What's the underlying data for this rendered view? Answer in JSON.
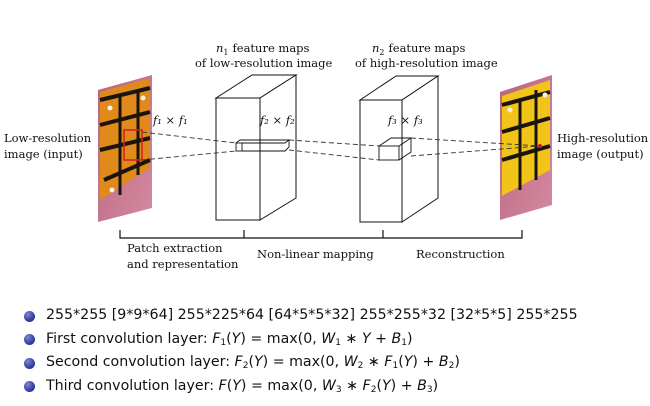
{
  "diagram": {
    "input_label_line1": "Low-resolution",
    "input_label_line2": "image (input)",
    "output_label_line1": "High-resolution",
    "output_label_line2": "image (output)",
    "n1_label_line1": "feature maps",
    "n1_label_line2": "of low-resolution image",
    "n1_symbol": "n",
    "n1_sub": "1",
    "n2_label_line1": "feature maps",
    "n2_label_line2": "of high-resolution image",
    "n2_symbol": "n",
    "n2_sub": "2",
    "f1_label": "f₁ × f₁",
    "f2_label": "f₂ × f₂",
    "f3_label": "f₃ × f₃",
    "stage1_line1": "Patch extraction",
    "stage1_line2": "and representation",
    "stage2": "Non-linear mapping",
    "stage3": "Reconstruction",
    "colors": {
      "wing_orange": "#e08a1c",
      "wing_black": "#1b140c",
      "wing_yellow": "#f0c419",
      "background_pink": "#c2708c",
      "filter_red": "#d42020"
    }
  },
  "bullets": {
    "b1": "255*255 [9*9*64] 255*225*64 [64*5*5*32] 255*255*32 [32*5*5] 255*255",
    "b2_prefix": "First convolution layer:",
    "b3_prefix": "Second convolution layer:",
    "b4_prefix": "Third convolution layer:"
  }
}
